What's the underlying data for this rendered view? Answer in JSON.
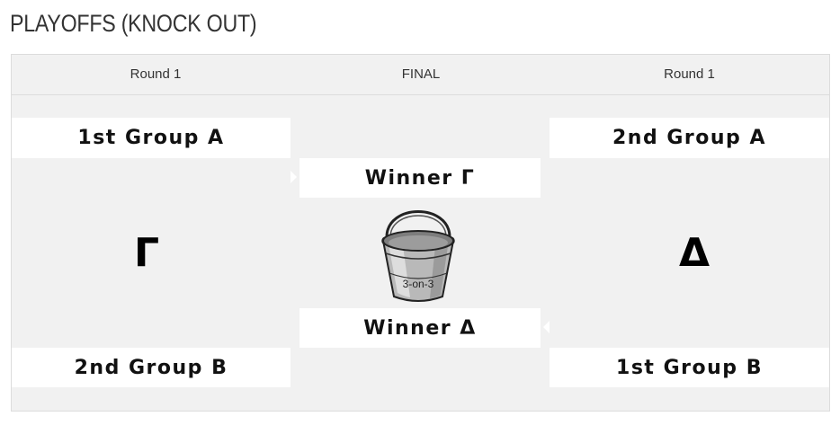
{
  "page": {
    "title": "PLAYOFFS (KNOCK OUT)"
  },
  "rounds": {
    "left": "Round 1",
    "center": "FINAL",
    "right": "Round 1"
  },
  "left_match": {
    "top_team": "1st Group A",
    "bottom_team": "2nd Group B",
    "winner_symbol": "Γ"
  },
  "right_match": {
    "top_team": "2nd Group A",
    "bottom_team": "1st Group B",
    "winner_symbol": "Δ"
  },
  "final": {
    "top_slot": "Winner Γ",
    "bottom_slot": "Winner Δ",
    "trophy_icon": "bucket-icon",
    "trophy_label": "3-on-3"
  },
  "colors": {
    "panel_background": "#f1f1f1",
    "slot_background": "#ffffff",
    "border": "#dcdcdc",
    "text": "#111111"
  }
}
